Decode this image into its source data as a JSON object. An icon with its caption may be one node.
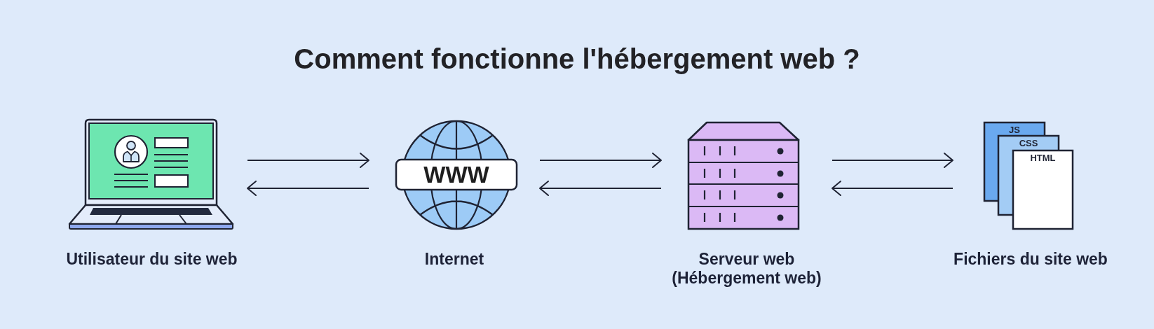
{
  "diagram": {
    "title": "Comment fonctionne l'hébergement web ?",
    "nodes": [
      {
        "text": [
          "Utilisateur du site web"
        ]
      },
      {
        "text": [
          "WWW",
          "Internet"
        ]
      },
      {
        "text": [
          "Serveur web (Hébergement web)"
        ]
      },
      {
        "text": [
          "JS",
          "CSS",
          "HTML",
          "Fichiers du site web"
        ]
      }
    ],
    "edges": [
      {
        "from": 0,
        "to": 1,
        "arrow": "to"
      },
      {
        "from": 1,
        "to": 0,
        "arrow": "to"
      },
      {
        "from": 1,
        "to": 2,
        "arrow": "to"
      },
      {
        "from": 2,
        "to": 1,
        "arrow": "to"
      },
      {
        "from": 2,
        "to": 3,
        "arrow": "to"
      },
      {
        "from": 3,
        "to": 2,
        "arrow": "to"
      }
    ]
  }
}
